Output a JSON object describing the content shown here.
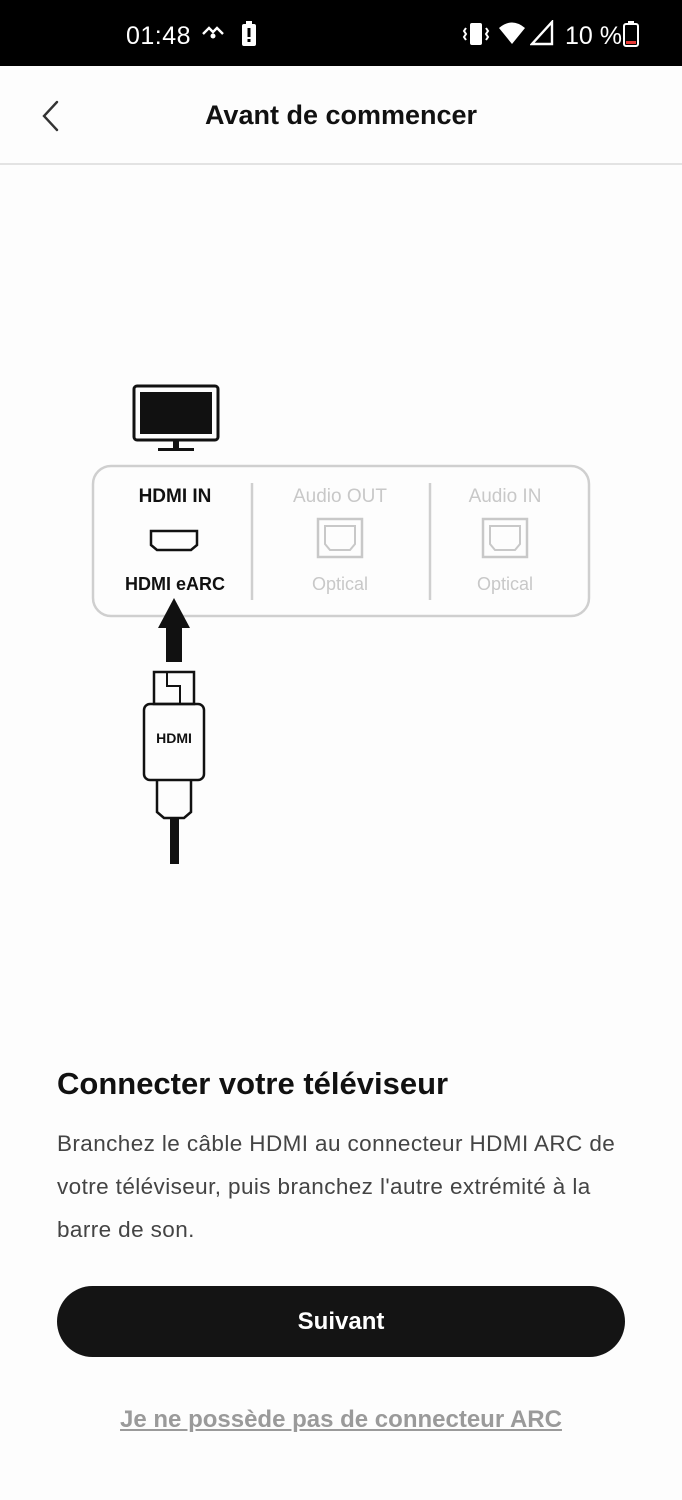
{
  "status_bar": {
    "time": "01:48",
    "battery_text": "10 %",
    "icons": [
      "link-icon",
      "alert-battery-icon",
      "vibrate-icon",
      "wifi-icon",
      "cell-signal-icon",
      "battery-low-icon"
    ]
  },
  "header": {
    "title": "Avant de commencer",
    "back_icon": "chevron-left-icon"
  },
  "illustration": {
    "tv_icon": "tv-icon",
    "ports": [
      {
        "top_label": "HDMI IN",
        "bottom_label": "HDMI eARC",
        "active": true
      },
      {
        "top_label": "Audio OUT",
        "bottom_label": "Optical",
        "active": false
      },
      {
        "top_label": "Audio IN",
        "bottom_label": "Optical",
        "active": false
      }
    ],
    "cable_label": "HDMI"
  },
  "content": {
    "title": "Connecter votre téléviseur",
    "body": "Branchez le câble HDMI au connecteur HDMI ARC de votre téléviseur, puis branchez l'autre extrémité à la barre de son."
  },
  "actions": {
    "next_label": "Suivant",
    "no_arc_label": "Je ne possède pas de connecteur ARC"
  },
  "colors": {
    "primary_button": "#141414",
    "link": "#9a9a9a",
    "inactive": "#c8c8c8"
  }
}
